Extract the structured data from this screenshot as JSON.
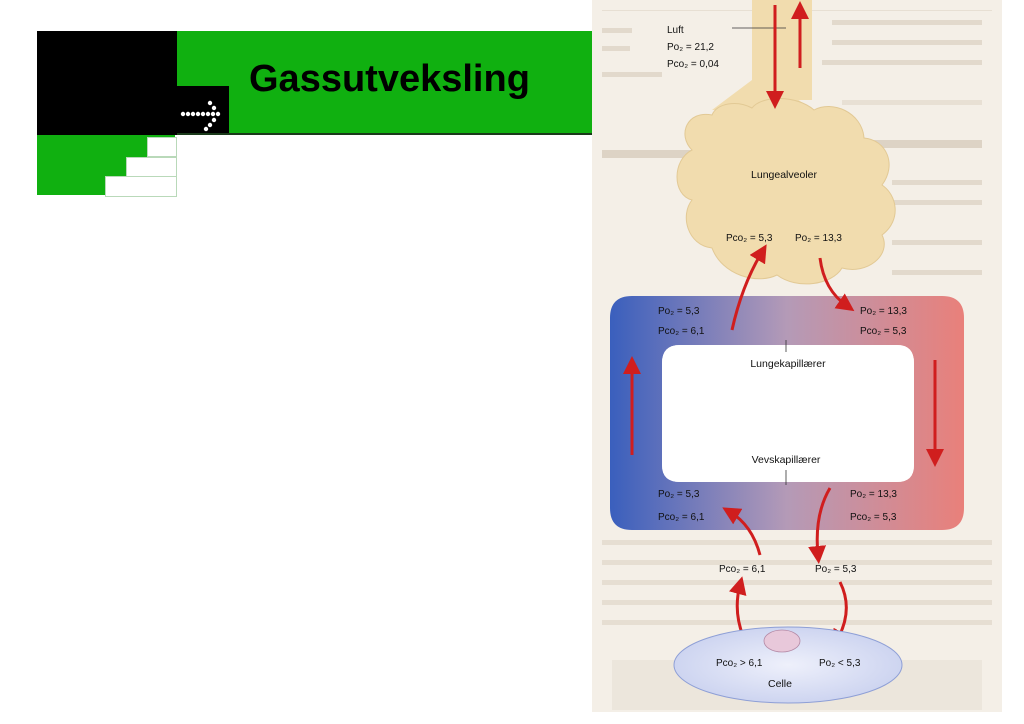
{
  "slide": {
    "title": "Gassutveksling"
  },
  "diagram": {
    "air": {
      "label": "Luft",
      "po2": "Po₂ = 21,2",
      "pco2": "Pco₂ = 0,04"
    },
    "alveoli": {
      "label": "Lungealveoler",
      "pco2": "Pco₂ = 5,3",
      "po2": "Po₂ = 13,3"
    },
    "loop": {
      "top_left_po2": "Po₂ = 5,3",
      "top_left_pco2": "Pco₂ = 6,1",
      "top_right_po2": "Po₂ = 13,3",
      "top_right_pco2": "Pco₂ = 5,3",
      "lung_capillaries": "Lungekapillærer",
      "tissue_capillaries": "Vevskapillærer",
      "bottom_left_po2": "Po₂ = 5,3",
      "bottom_left_pco2": "Pco₂ = 6,1",
      "bottom_right_po2": "Po₂ = 13,3",
      "bottom_right_pco2": "Pco₂ = 5,3"
    },
    "tissue": {
      "pco2": "Pco₂ = 6,1",
      "po2": "Po₂ = 5,3"
    },
    "cell": {
      "label": "Celle",
      "pco2": "Pco₂ > 6,1",
      "po2": "Po₂ < 5,3"
    },
    "colors": {
      "red_arrow": "#d01e1e",
      "alveoli_fill": "#f1dcae",
      "blue": "#3a63bf",
      "red": "#e8817a"
    }
  }
}
